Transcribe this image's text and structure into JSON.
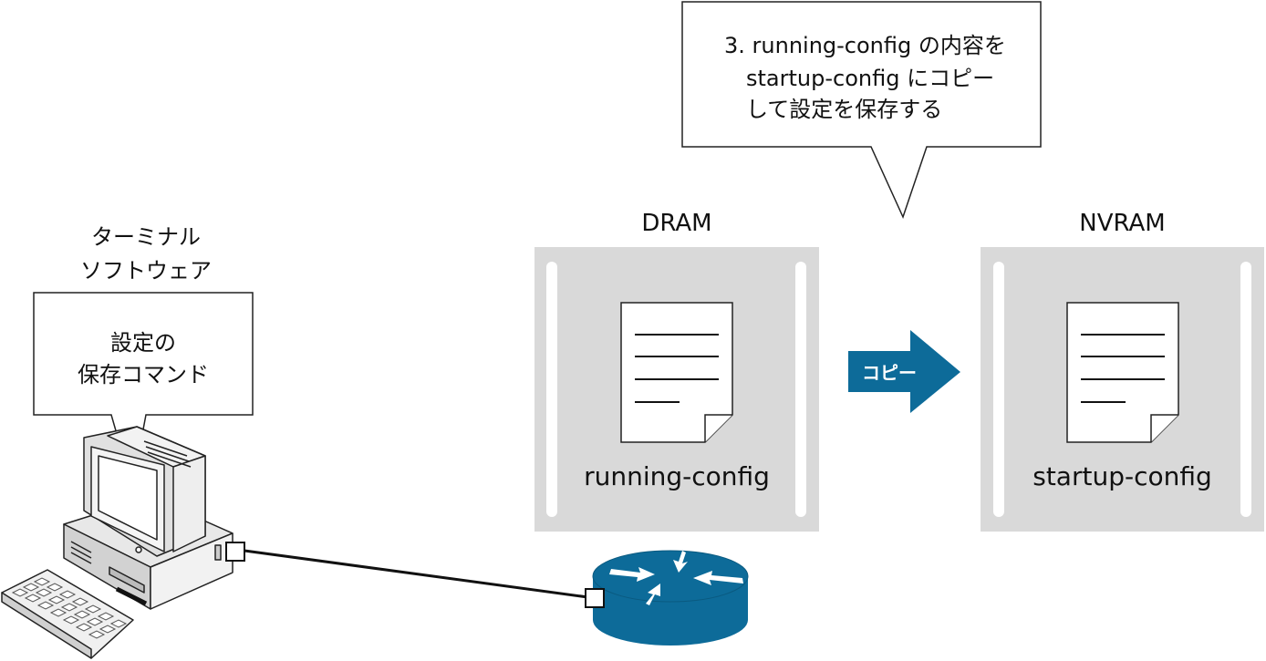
{
  "callout": {
    "line1": "3. running-config の内容を",
    "line2": "startup-config にコピー",
    "line3": "して設定を保存する"
  },
  "terminal": {
    "label_line1": "ターミナル",
    "label_line2": "ソフトウェア",
    "bubble_line1": "設定の",
    "bubble_line2": "保存コマンド"
  },
  "dram": {
    "title": "DRAM",
    "file": "running-config"
  },
  "nvram": {
    "title": "NVRAM",
    "file": "startup-config"
  },
  "arrow": {
    "label": "コピー",
    "color": "#0d6b99"
  },
  "colors": {
    "panel": "#d9d9d9",
    "router": "#0d6b99"
  }
}
